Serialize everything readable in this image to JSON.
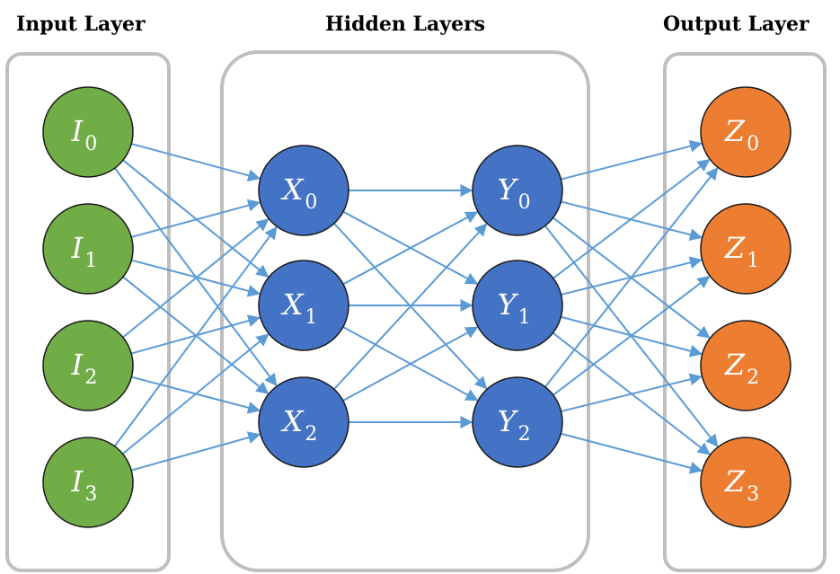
{
  "titles": {
    "input": "Input Layer",
    "hidden": "Hidden Layers",
    "output": "Output Layer"
  },
  "colors": {
    "input_node": "#70AD47",
    "hidden_node": "#4472C4",
    "output_node": "#ED7D31",
    "node_stroke": "#1a1a1a",
    "edge": "#5B9BD5",
    "panel_stroke": "#BFBFBF"
  },
  "layers": [
    {
      "id": "input",
      "nodes": [
        {
          "letter": "I",
          "sub": "0"
        },
        {
          "letter": "I",
          "sub": "1"
        },
        {
          "letter": "I",
          "sub": "2"
        },
        {
          "letter": "I",
          "sub": "3"
        }
      ]
    },
    {
      "id": "hidden_x",
      "nodes": [
        {
          "letter": "X",
          "sub": "0"
        },
        {
          "letter": "X",
          "sub": "1"
        },
        {
          "letter": "X",
          "sub": "2"
        }
      ]
    },
    {
      "id": "hidden_y",
      "nodes": [
        {
          "letter": "Y",
          "sub": "0"
        },
        {
          "letter": "Y",
          "sub": "1"
        },
        {
          "letter": "Y",
          "sub": "2"
        }
      ]
    },
    {
      "id": "output",
      "nodes": [
        {
          "letter": "Z",
          "sub": "0"
        },
        {
          "letter": "Z",
          "sub": "1"
        },
        {
          "letter": "Z",
          "sub": "2"
        },
        {
          "letter": "Z",
          "sub": "3"
        }
      ]
    }
  ],
  "connections": "fully-connected between consecutive layers, directed left to right"
}
